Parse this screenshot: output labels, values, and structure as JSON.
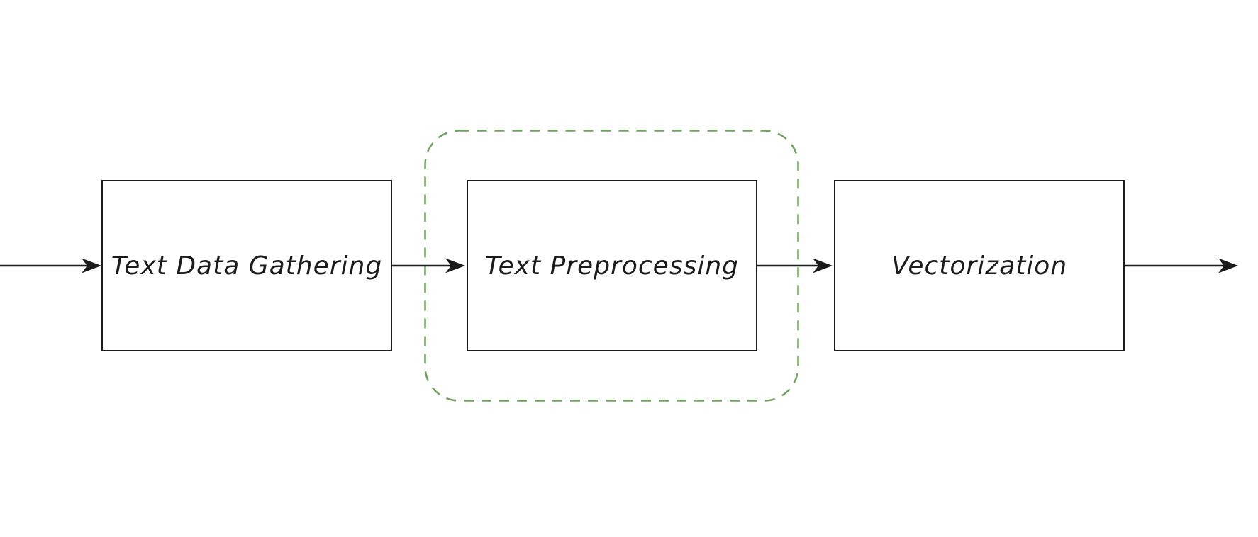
{
  "diagram": {
    "type": "flowchart",
    "direction": "left-to-right",
    "nodes": [
      {
        "id": "text-data-gathering",
        "label": "Text Data Gathering"
      },
      {
        "id": "text-preprocessing",
        "label": "Text Preprocessing"
      },
      {
        "id": "vectorization",
        "label": "Vectorization"
      }
    ],
    "edges": [
      {
        "from": "canvas-left-edge",
        "to": "text-data-gathering"
      },
      {
        "from": "text-data-gathering",
        "to": "text-preprocessing"
      },
      {
        "from": "text-preprocessing",
        "to": "vectorization"
      },
      {
        "from": "vectorization",
        "to": "canvas-right-edge"
      }
    ],
    "highlight_group": {
      "shape": "dashed-rounded-rectangle",
      "contains": [
        "text-preprocessing"
      ]
    },
    "colors": {
      "stroke": "#1b1b1b",
      "highlight": "#6aa55a",
      "background": "#ffffff"
    }
  }
}
